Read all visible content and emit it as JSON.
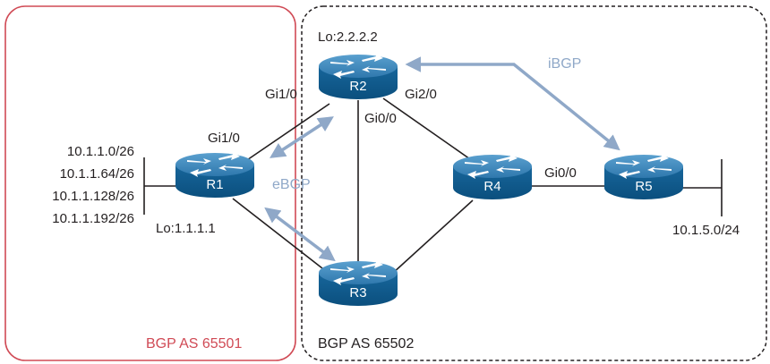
{
  "colors": {
    "as1_border": "#d04a55",
    "as1_label": "#d04a55",
    "as2_border": "#231f20",
    "link": "#231f20",
    "session": "#8fa8c8",
    "router_top": "#3f86b8",
    "router_body": "#0e5f93",
    "router_icon": "#ffffff"
  },
  "regions": {
    "as1": {
      "label": "BGP AS 65501",
      "border_style": "solid-rounded"
    },
    "as2": {
      "label": "BGP AS 65502",
      "border_style": "dashed-rounded"
    }
  },
  "routers": {
    "r1": {
      "name": "R1",
      "loopback": "Lo:1.1.1.1",
      "icon": "router-icon"
    },
    "r2": {
      "name": "R2",
      "loopback": "Lo:2.2.2.2",
      "icon": "router-icon"
    },
    "r3": {
      "name": "R3",
      "icon": "router-icon"
    },
    "r4": {
      "name": "R4",
      "icon": "router-icon"
    },
    "r5": {
      "name": "R5",
      "icon": "router-icon"
    }
  },
  "interfaces": {
    "r1_gi1_0": "Gi1/0",
    "r2_gi1_0": "Gi1/0",
    "r2_gi2_0": "Gi2/0",
    "r2_gi0_0": "Gi0/0",
    "r4_gi0_0": "Gi0/0"
  },
  "networks": {
    "r1_prefixes": [
      "10.1.1.0/26",
      "10.1.1.64/26",
      "10.1.1.128/26",
      "10.1.1.192/26"
    ],
    "r5_prefix": "10.1.5.0/24"
  },
  "sessions": {
    "ebgp": "eBGP",
    "ibgp": "iBGP"
  }
}
